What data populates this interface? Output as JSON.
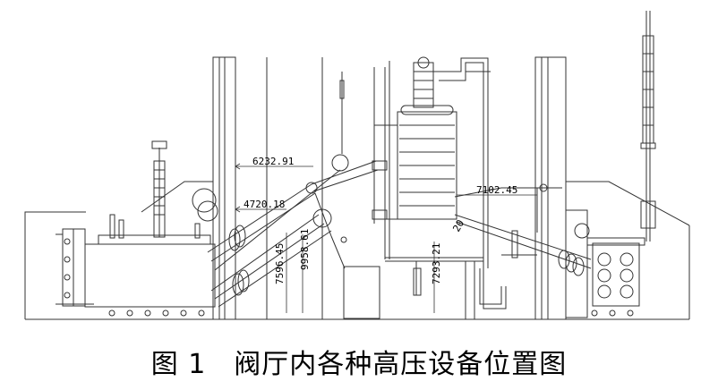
{
  "caption": "图 1　阀厅内各种高压设备位置图",
  "dimensions": {
    "d1": "6232.91",
    "d2": "4720.18",
    "d3": "7102.45",
    "d4": "7596.45",
    "d5": "9958.61",
    "d6": "7293.21",
    "d7": "20"
  },
  "colors": {
    "line": "#333333",
    "background": "#ffffff"
  }
}
